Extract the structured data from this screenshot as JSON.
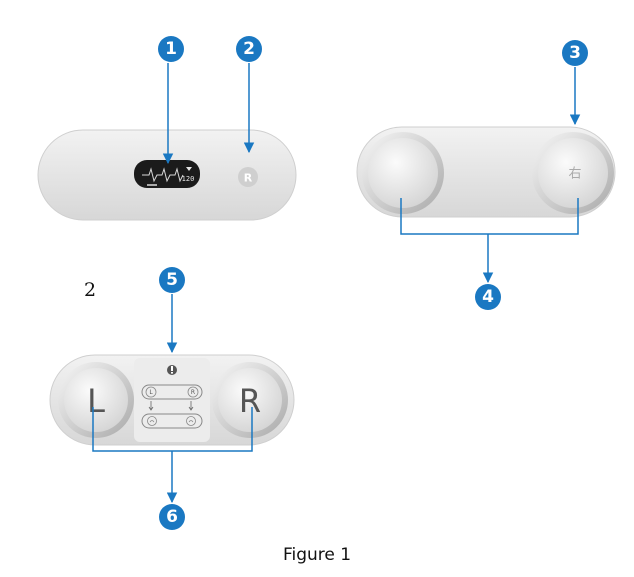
{
  "figure": {
    "caption": "Figure 1",
    "side_label": "2",
    "callouts": [
      "1",
      "2",
      "3",
      "4",
      "5",
      "6"
    ]
  },
  "device_top": {
    "display_value": "120",
    "badge_letter": "R"
  },
  "device_right": {
    "right_button_char": "右"
  },
  "device_bottom": {
    "left_button_letter": "L",
    "right_button_letter": "R",
    "panel_icon_letters": [
      "L",
      "R"
    ]
  },
  "colors": {
    "callout_blue": "#1a78c2",
    "line_blue": "#1a78c2",
    "shell_gray": "#e6e6e6"
  }
}
